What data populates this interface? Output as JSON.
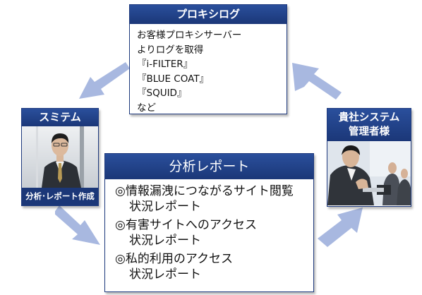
{
  "proxy_log": {
    "title": "プロキシログ",
    "lines": [
      "お客様プロキシサーバー",
      "よりログを取得",
      "『i-FILTER』",
      "『BLUE COAT』",
      "『SQUID』",
      "など"
    ]
  },
  "sumitem": {
    "title": "スミテム",
    "caption": "分析･レポート作成"
  },
  "admin": {
    "title_line1": "貴社システム",
    "title_line2": "管理者様"
  },
  "report": {
    "title": "分析レポート",
    "items": [
      {
        "line1": "◎情報漏洩につながるサイト閲覧",
        "line2": "状況レポート"
      },
      {
        "line1": "◎有害サイトへのアクセス",
        "line2": "状況レポート"
      },
      {
        "line1": "◎私的利用のアクセス",
        "line2": "状況レポート"
      }
    ]
  },
  "colors": {
    "header_navy": "#1b3778",
    "arrow_blue": "#a8b8e0"
  }
}
